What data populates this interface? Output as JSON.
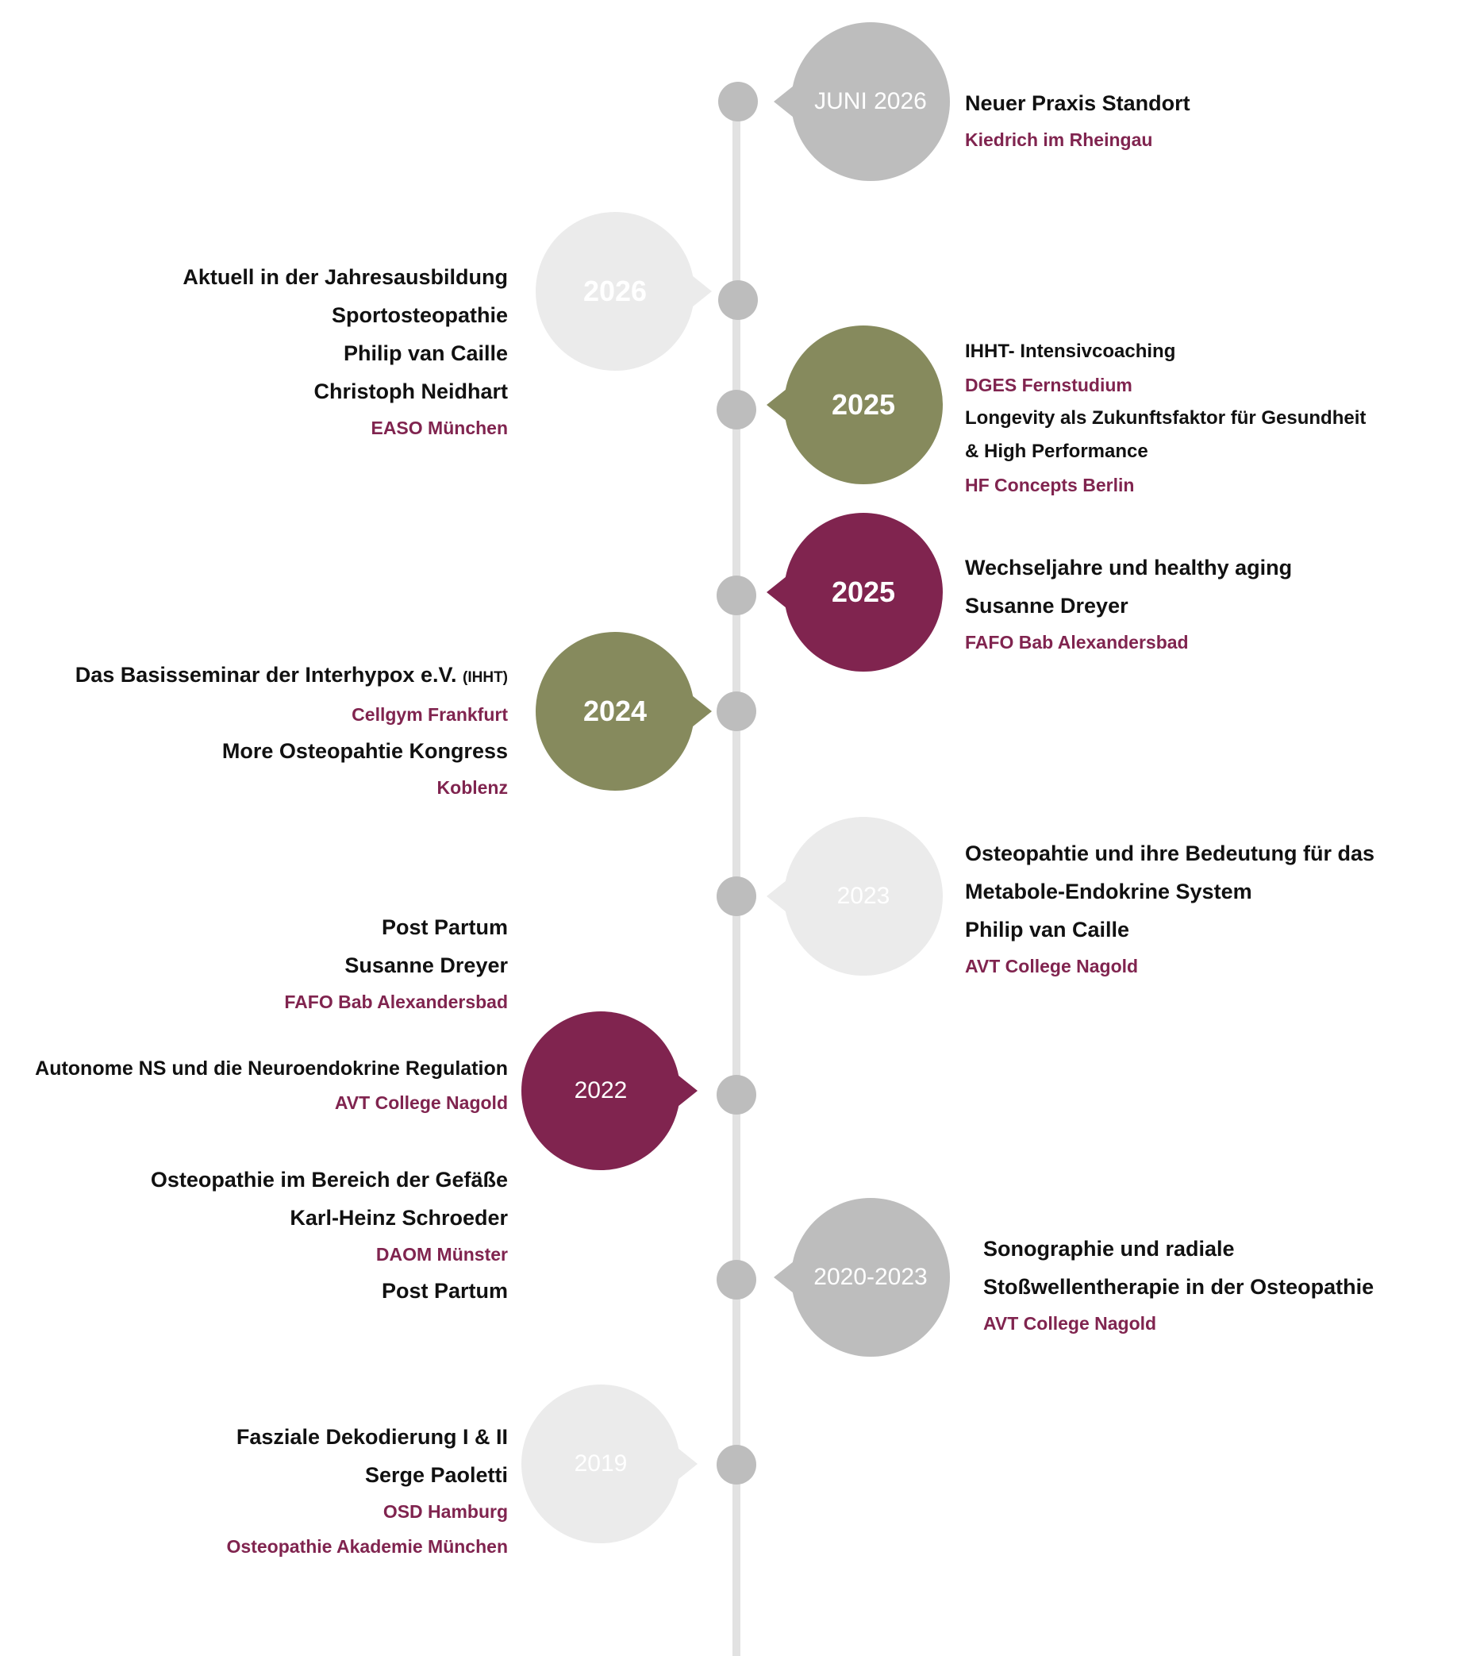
{
  "colors": {
    "line": "#e2e2e2",
    "dot": "#bdbdbd",
    "gray": "#bdbdbd",
    "light_gray": "#ebebeb",
    "olive": "#868a5d",
    "wine": "#80244f",
    "title": "#111111",
    "subtitle": "#80244f"
  },
  "events": [
    {
      "bubble": "JUNI 2026",
      "color": "gray",
      "lines": [
        "Neuer Praxis Standort",
        "Kiedrich im Rheingau"
      ]
    },
    {
      "bubble": "2026",
      "color": "light_gray",
      "lines": [
        "Aktuell in der Jahresausbildung",
        "Sportosteopathie",
        "Philip van Caille",
        "Christoph Neidhart",
        "EASO München"
      ]
    },
    {
      "bubble": "2025",
      "color": "olive",
      "lines": [
        "IHHT- Intensivcoaching",
        "DGES Fernstudium",
        "Longevity als Zukunftsfaktor für Gesundheit",
        "& High Performance",
        "HF Concepts Berlin"
      ]
    },
    {
      "bubble": "2025",
      "color": "wine",
      "lines": [
        "Wechseljahre und healthy aging",
        "Susanne Dreyer",
        "FAFO  Bab Alexandersbad"
      ]
    },
    {
      "bubble": "2024",
      "color": "olive",
      "lines": [
        "Das Basisseminar der Interhypox e.V.",
        "(IHHT)",
        "Cellgym Frankfurt",
        "More Osteopahtie Kongress",
        "Koblenz"
      ]
    },
    {
      "bubble": "2023",
      "color": "light_gray",
      "lines": [
        "Osteopahtie und ihre Bedeutung für das",
        "Metabole-Endokrine System",
        "Philip van Caille",
        "AVT College Nagold"
      ]
    },
    {
      "bubble": "2022",
      "color": "wine",
      "lines": [
        "Post Partum",
        "Susanne Dreyer",
        "FAFO  Bab Alexandersbad",
        "Autonome NS und die Neuroendokrine Regulation",
        "AVT College Nagold"
      ]
    },
    {
      "bubble": "2020-2023",
      "color": "gray",
      "lines": [
        "Sonographie und radiale",
        "Stoßwellentherapie in der Osteopathie",
        "AVT College Nagold"
      ]
    },
    {
      "bubble": "",
      "color": "",
      "lines": [
        "Osteopathie im Bereich der Gefäße",
        "Karl-Heinz Schroeder",
        "DAOM Münster",
        "Post Partum"
      ]
    },
    {
      "bubble": "2019",
      "color": "light_gray",
      "lines": [
        "Fasziale Dekodierung I & II",
        "Serge Paoletti",
        "OSD Hamburg",
        "Osteopathie Akademie München"
      ]
    }
  ]
}
